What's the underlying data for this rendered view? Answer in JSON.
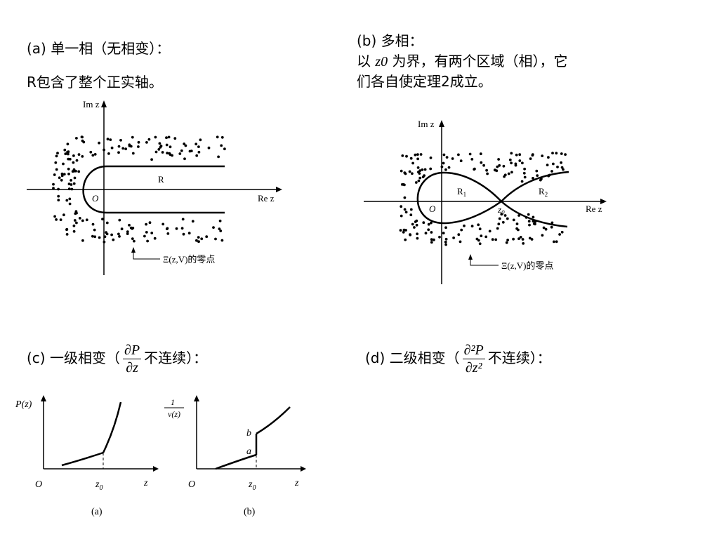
{
  "panel_a": {
    "heading": "(a) 单一相（无相变）：",
    "desc": "R包含了整个正实轴。",
    "fig": {
      "im_label": "Im z",
      "re_label": "Re z",
      "origin": "O",
      "region": "R",
      "zeros_label": "Ξ(z,V)的零点"
    }
  },
  "panel_b": {
    "heading": "(b) 多相：",
    "line2_pre": "以",
    "line2_z0": "z0",
    "line2_post": "为界，有两个区域（相），它",
    "line3": "们各自使定理2成立。",
    "fig": {
      "im_label": "Im z",
      "re_label": "Re z",
      "origin": "O",
      "r1": "R",
      "r1_sub": "1",
      "r2": "R",
      "r2_sub": "2",
      "z0": "z",
      "z0_sub": "0",
      "zeros_label": "Ξ(z,V)的零点"
    }
  },
  "panel_c": {
    "pre": "(c) 一级相变（",
    "num": "∂P",
    "den": "∂z",
    "post": "不连续）："
  },
  "panel_d": {
    "pre": "(d) 二级相变（",
    "num": "∂²P",
    "den": "∂z²",
    "post": "不连续）："
  },
  "graph_a": {
    "ylabel": "P(z)",
    "origin": "O",
    "z0": "z",
    "z0_sub": "0",
    "xlabel": "z",
    "caption": "(a)"
  },
  "graph_b": {
    "ylabel_num": "1",
    "ylabel_den": "v(z)",
    "origin": "O",
    "z0": "z",
    "z0_sub": "0",
    "xlabel": "z",
    "label_a": "a",
    "label_b": "b",
    "caption": "(b)"
  }
}
